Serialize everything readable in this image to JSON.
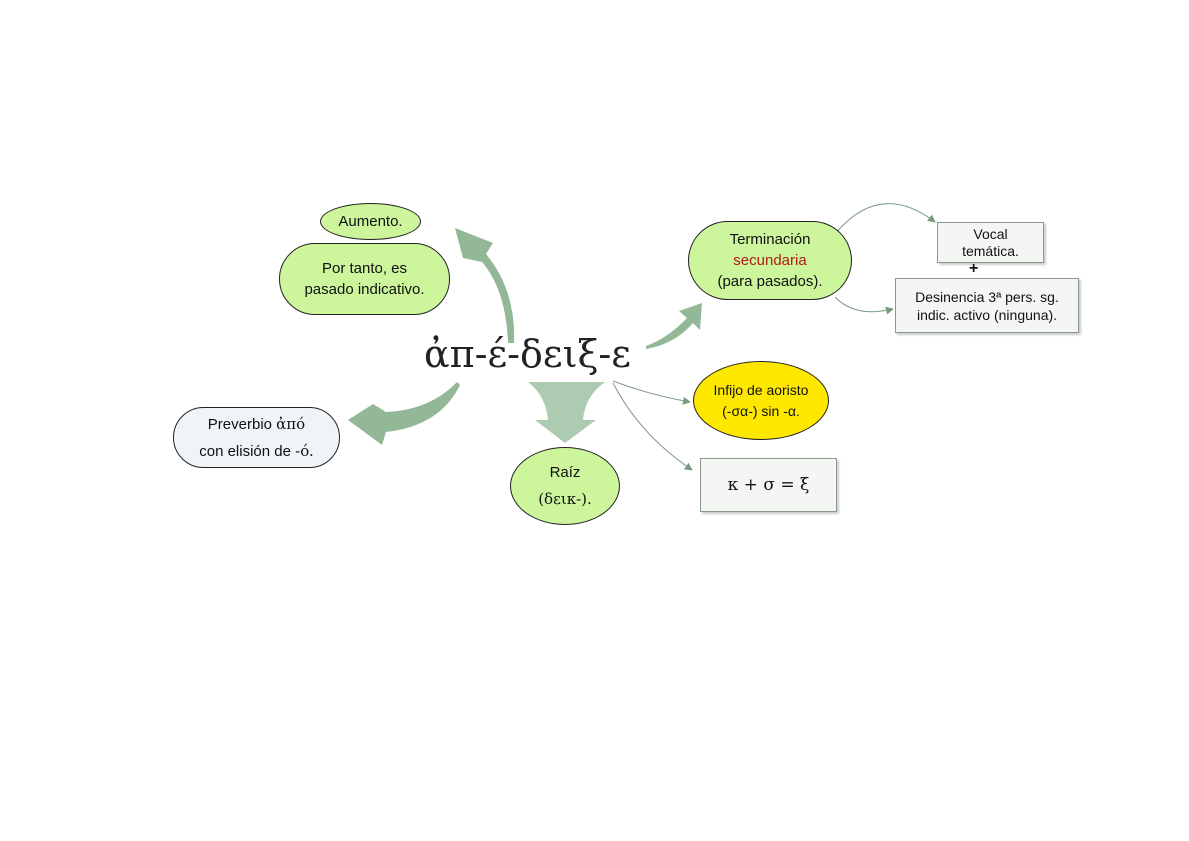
{
  "center_word": "ἀπ-έ-δειξ-ε",
  "nodes": {
    "aumento": "Aumento.",
    "por_tanto": {
      "line1": "Por tanto, es",
      "line2": "pasado indicativo."
    },
    "preverbio": {
      "line1_text": "Preverbio ",
      "line1_greek": "ἀπό",
      "line2_text": "con elisión de ",
      "line2_greek": "-ó."
    },
    "raiz": {
      "line1": "Raíz",
      "line2": "(δεικ-)."
    },
    "terminacion": {
      "line1": "Terminación",
      "line2": "secundaria",
      "line3": "(para pasados)."
    },
    "vocal": {
      "line1": "Vocal",
      "line2": "temática."
    },
    "plus": "+",
    "desinencia": {
      "line1": "Desinencia 3ª pers. sg.",
      "line2": "indic. activo (ninguna)."
    },
    "infijo": {
      "line1": "Infijo de aoristo",
      "line2": "(-σα-) sin -α."
    },
    "formula": "κ + σ = ξ"
  },
  "colors": {
    "arrow": "#93b898",
    "node_green": "#ccf59c",
    "node_yellow": "#ffe800",
    "node_blue": "#eef4f8",
    "accent_red": "#b01c1c"
  }
}
